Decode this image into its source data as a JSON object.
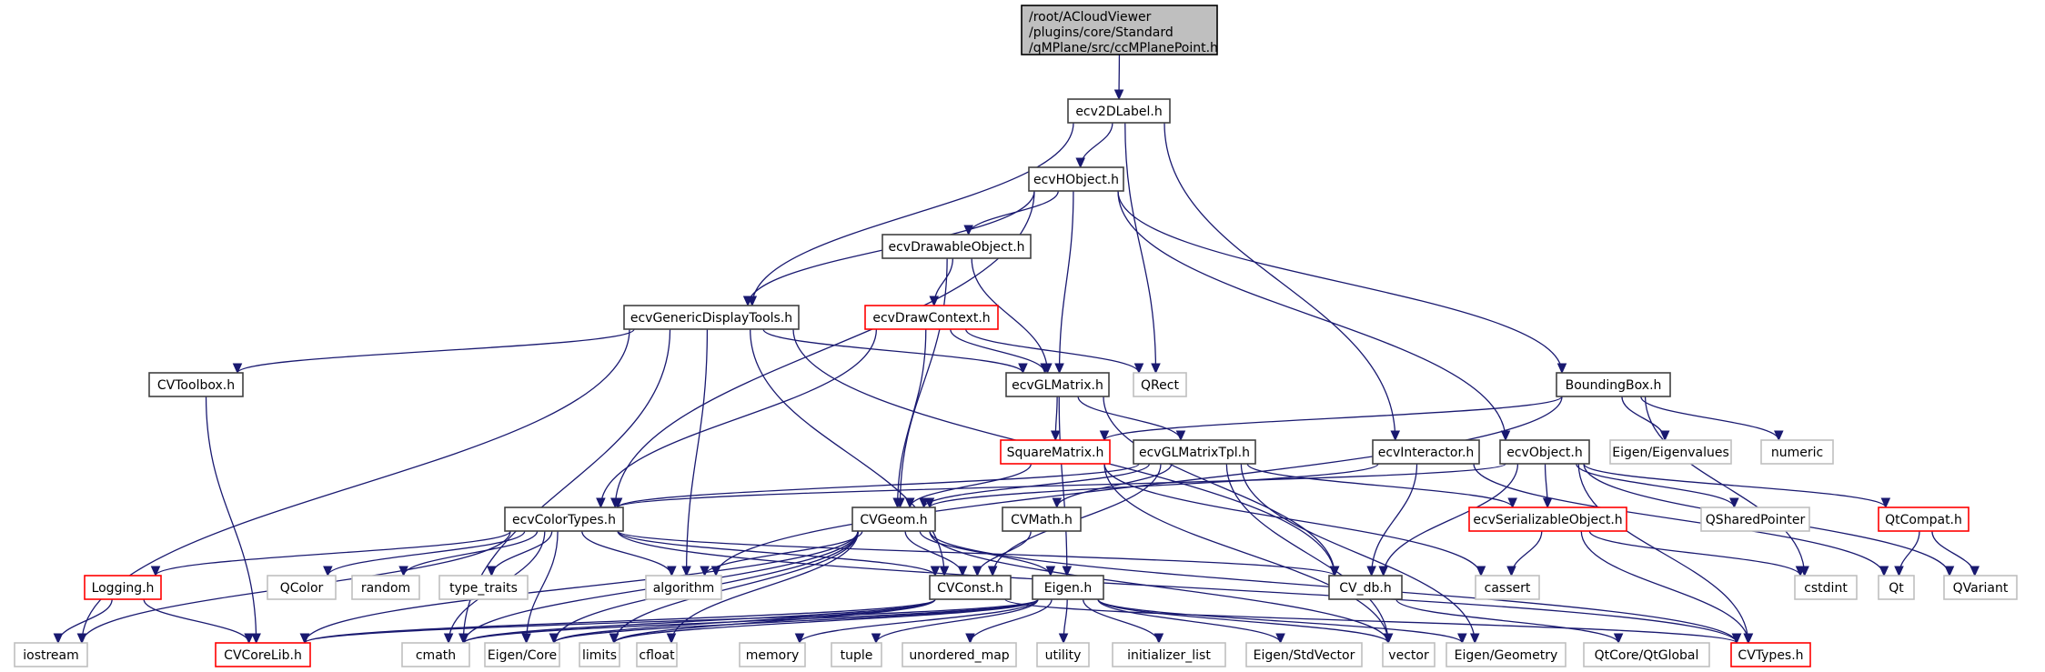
{
  "diagram": {
    "title": "Include dependency graph for ccMPlanePoint.h",
    "colors": {
      "edge": "#191970",
      "documented": "#404040",
      "undocumented": "#ff0000",
      "external": "#bfbfbf",
      "root_fill": "#bfbfbf"
    },
    "nodes": [
      {
        "id": "root",
        "lines": [
          "/root/ACloudViewer",
          "/plugins/core/Standard",
          "/qMPlane/src/ccMPlanePoint.h"
        ],
        "kind": "root"
      },
      {
        "id": "ecv2DLabel",
        "lines": [
          "ecv2DLabel.h"
        ],
        "kind": "doc"
      },
      {
        "id": "ecvHObject",
        "lines": [
          "ecvHObject.h"
        ],
        "kind": "doc"
      },
      {
        "id": "ecvDrawableObject",
        "lines": [
          "ecvDrawableObject.h"
        ],
        "kind": "doc"
      },
      {
        "id": "ecvGenericDisplayTools",
        "lines": [
          "ecvGenericDisplayTools.h"
        ],
        "kind": "doc"
      },
      {
        "id": "ecvDrawContext",
        "lines": [
          "ecvDrawContext.h"
        ],
        "kind": "red"
      },
      {
        "id": "CVToolbox",
        "lines": [
          "CVToolbox.h"
        ],
        "kind": "doc"
      },
      {
        "id": "ecvGLMatrix",
        "lines": [
          "ecvGLMatrix.h"
        ],
        "kind": "doc"
      },
      {
        "id": "QRect",
        "lines": [
          "QRect"
        ],
        "kind": "ext"
      },
      {
        "id": "BoundingBox",
        "lines": [
          "BoundingBox.h"
        ],
        "kind": "doc"
      },
      {
        "id": "SquareMatrix",
        "lines": [
          "SquareMatrix.h"
        ],
        "kind": "red"
      },
      {
        "id": "ecvGLMatrixTpl",
        "lines": [
          "ecvGLMatrixTpl.h"
        ],
        "kind": "doc"
      },
      {
        "id": "ecvInteractor",
        "lines": [
          "ecvInteractor.h"
        ],
        "kind": "doc"
      },
      {
        "id": "ecvObject",
        "lines": [
          "ecvObject.h"
        ],
        "kind": "doc"
      },
      {
        "id": "EigenEigenvalues",
        "lines": [
          "Eigen/Eigenvalues"
        ],
        "kind": "ext"
      },
      {
        "id": "numeric",
        "lines": [
          "numeric"
        ],
        "kind": "ext"
      },
      {
        "id": "ecvColorTypes",
        "lines": [
          "ecvColorTypes.h"
        ],
        "kind": "doc"
      },
      {
        "id": "CVGeom",
        "lines": [
          "CVGeom.h"
        ],
        "kind": "doc"
      },
      {
        "id": "CVMath",
        "lines": [
          "CVMath.h"
        ],
        "kind": "doc"
      },
      {
        "id": "ecvSerializableObject",
        "lines": [
          "ecvSerializableObject.h"
        ],
        "kind": "red"
      },
      {
        "id": "QSharedPointer",
        "lines": [
          "QSharedPointer"
        ],
        "kind": "ext"
      },
      {
        "id": "QtCompat",
        "lines": [
          "QtCompat.h"
        ],
        "kind": "red"
      },
      {
        "id": "Logging",
        "lines": [
          "Logging.h"
        ],
        "kind": "red"
      },
      {
        "id": "QColor",
        "lines": [
          "QColor"
        ],
        "kind": "ext"
      },
      {
        "id": "random",
        "lines": [
          "random"
        ],
        "kind": "ext"
      },
      {
        "id": "type_traits",
        "lines": [
          "type_traits"
        ],
        "kind": "ext"
      },
      {
        "id": "algorithm",
        "lines": [
          "algorithm"
        ],
        "kind": "ext"
      },
      {
        "id": "CVConst",
        "lines": [
          "CVConst.h"
        ],
        "kind": "doc"
      },
      {
        "id": "Eigen",
        "lines": [
          "Eigen.h"
        ],
        "kind": "doc"
      },
      {
        "id": "CV_db",
        "lines": [
          "CV_db.h"
        ],
        "kind": "doc"
      },
      {
        "id": "cassert",
        "lines": [
          "cassert"
        ],
        "kind": "ext"
      },
      {
        "id": "cstdint",
        "lines": [
          "cstdint"
        ],
        "kind": "ext"
      },
      {
        "id": "Qt",
        "lines": [
          "Qt"
        ],
        "kind": "ext"
      },
      {
        "id": "QVariant",
        "lines": [
          "QVariant"
        ],
        "kind": "ext"
      },
      {
        "id": "iostream",
        "lines": [
          "iostream"
        ],
        "kind": "ext"
      },
      {
        "id": "CVCoreLib",
        "lines": [
          "CVCoreLib.h"
        ],
        "kind": "red"
      },
      {
        "id": "cmath",
        "lines": [
          "cmath"
        ],
        "kind": "ext"
      },
      {
        "id": "EigenCore",
        "lines": [
          "Eigen/Core"
        ],
        "kind": "ext"
      },
      {
        "id": "limits",
        "lines": [
          "limits"
        ],
        "kind": "ext"
      },
      {
        "id": "cfloat",
        "lines": [
          "cfloat"
        ],
        "kind": "ext"
      },
      {
        "id": "memory",
        "lines": [
          "memory"
        ],
        "kind": "ext"
      },
      {
        "id": "tuple",
        "lines": [
          "tuple"
        ],
        "kind": "ext"
      },
      {
        "id": "unordered_map",
        "lines": [
          "unordered_map"
        ],
        "kind": "ext"
      },
      {
        "id": "utility",
        "lines": [
          "utility"
        ],
        "kind": "ext"
      },
      {
        "id": "initializer_list",
        "lines": [
          "initializer_list"
        ],
        "kind": "ext"
      },
      {
        "id": "EigenStdVector",
        "lines": [
          "Eigen/StdVector"
        ],
        "kind": "ext"
      },
      {
        "id": "vector",
        "lines": [
          "vector"
        ],
        "kind": "ext"
      },
      {
        "id": "EigenGeometry",
        "lines": [
          "Eigen/Geometry"
        ],
        "kind": "ext"
      },
      {
        "id": "QtGlobal",
        "lines": [
          "QtCore/QtGlobal"
        ],
        "kind": "ext"
      },
      {
        "id": "CVTypes",
        "lines": [
          "CVTypes.h"
        ],
        "kind": "red"
      }
    ],
    "edges": [
      [
        "root",
        "ecv2DLabel"
      ],
      [
        "ecv2DLabel",
        "ecvHObject"
      ],
      [
        "ecv2DLabel",
        "ecvGenericDisplayTools"
      ],
      [
        "ecv2DLabel",
        "QRect"
      ],
      [
        "ecv2DLabel",
        "ecvInteractor"
      ],
      [
        "ecvHObject",
        "ecvDrawableObject"
      ],
      [
        "ecvHObject",
        "ecvGenericDisplayTools"
      ],
      [
        "ecvHObject",
        "ecvGLMatrix"
      ],
      [
        "ecvHObject",
        "ecvColorTypes"
      ],
      [
        "ecvHObject",
        "ecvObject"
      ],
      [
        "ecvHObject",
        "BoundingBox"
      ],
      [
        "ecvDrawableObject",
        "ecvDrawContext"
      ],
      [
        "ecvDrawableObject",
        "ecvGLMatrix"
      ],
      [
        "ecvDrawableObject",
        "CVGeom"
      ],
      [
        "ecvGenericDisplayTools",
        "CVToolbox"
      ],
      [
        "ecvGenericDisplayTools",
        "ecvGLMatrix"
      ],
      [
        "ecvGenericDisplayTools",
        "iostream"
      ],
      [
        "ecvGenericDisplayTools",
        "algorithm"
      ],
      [
        "ecvGenericDisplayTools",
        "CVConst"
      ],
      [
        "ecvGenericDisplayTools",
        "cmath"
      ],
      [
        "ecvGenericDisplayTools",
        "CV_db"
      ],
      [
        "ecvDrawContext",
        "ecvGLMatrix"
      ],
      [
        "ecvDrawContext",
        "QRect"
      ],
      [
        "ecvDrawContext",
        "ecvColorTypes"
      ],
      [
        "ecvDrawContext",
        "CVGeom"
      ],
      [
        "CVToolbox",
        "CVCoreLib"
      ],
      [
        "ecvGLMatrix",
        "SquareMatrix"
      ],
      [
        "ecvGLMatrix",
        "ecvGLMatrixTpl"
      ],
      [
        "ecvGLMatrix",
        "Eigen"
      ],
      [
        "ecvGLMatrix",
        "CV_db"
      ],
      [
        "BoundingBox",
        "SquareMatrix"
      ],
      [
        "BoundingBox",
        "algorithm"
      ],
      [
        "BoundingBox",
        "EigenEigenvalues"
      ],
      [
        "BoundingBox",
        "numeric"
      ],
      [
        "BoundingBox",
        "cstdint"
      ],
      [
        "SquareMatrix",
        "CVGeom"
      ],
      [
        "SquareMatrix",
        "vector"
      ],
      [
        "SquareMatrix",
        "cassert"
      ],
      [
        "ecvGLMatrixTpl",
        "CVGeom"
      ],
      [
        "ecvGLMatrixTpl",
        "CVMath"
      ],
      [
        "ecvGLMatrixTpl",
        "ecvColorTypes"
      ],
      [
        "ecvGLMatrixTpl",
        "CVConst"
      ],
      [
        "ecvGLMatrixTpl",
        "ecvSerializableObject"
      ],
      [
        "ecvGLMatrixTpl",
        "vector"
      ],
      [
        "ecvGLMatrixTpl",
        "EigenGeometry"
      ],
      [
        "ecvInteractor",
        "CVGeom"
      ],
      [
        "ecvInteractor",
        "CV_db"
      ],
      [
        "ecvInteractor",
        "Qt"
      ],
      [
        "ecvObject",
        "ecvSerializableObject"
      ],
      [
        "ecvObject",
        "QSharedPointer"
      ],
      [
        "ecvObject",
        "QtCompat"
      ],
      [
        "ecvObject",
        "CV_db"
      ],
      [
        "ecvObject",
        "QVariant"
      ],
      [
        "ecvObject",
        "CVTypes"
      ],
      [
        "ecvObject",
        "ecvColorTypes"
      ],
      [
        "ecvColorTypes",
        "Logging"
      ],
      [
        "ecvColorTypes",
        "QColor"
      ],
      [
        "ecvColorTypes",
        "random"
      ],
      [
        "ecvColorTypes",
        "type_traits"
      ],
      [
        "ecvColorTypes",
        "algorithm"
      ],
      [
        "ecvColorTypes",
        "iostream"
      ],
      [
        "ecvColorTypes",
        "cmath"
      ],
      [
        "ecvColorTypes",
        "EigenCore"
      ],
      [
        "ecvColorTypes",
        "CVConst"
      ],
      [
        "ecvColorTypes",
        "CV_db"
      ],
      [
        "ecvColorTypes",
        "CVTypes"
      ],
      [
        "CVGeom",
        "algorithm"
      ],
      [
        "CVGeom",
        "CVConst"
      ],
      [
        "CVGeom",
        "Eigen"
      ],
      [
        "CVGeom",
        "CVCoreLib"
      ],
      [
        "CVGeom",
        "cmath"
      ],
      [
        "CVGeom",
        "limits"
      ],
      [
        "CVGeom",
        "cfloat"
      ],
      [
        "CVGeom",
        "EigenCore"
      ],
      [
        "CVGeom",
        "vector"
      ],
      [
        "CVGeom",
        "CVTypes"
      ],
      [
        "CVMath",
        "CVConst"
      ],
      [
        "ecvSerializableObject",
        "cassert"
      ],
      [
        "ecvSerializableObject",
        "cstdint"
      ],
      [
        "ecvSerializableObject",
        "CVTypes"
      ],
      [
        "QtCompat",
        "Qt"
      ],
      [
        "QtCompat",
        "QVariant"
      ],
      [
        "Logging",
        "iostream"
      ],
      [
        "Logging",
        "CVCoreLib"
      ],
      [
        "CVConst",
        "CVCoreLib"
      ],
      [
        "CVConst",
        "cmath"
      ],
      [
        "CVConst",
        "limits"
      ],
      [
        "CVConst",
        "CVTypes"
      ],
      [
        "CVConst",
        "EigenCore"
      ],
      [
        "Eigen",
        "EigenCore"
      ],
      [
        "Eigen",
        "memory"
      ],
      [
        "Eigen",
        "tuple"
      ],
      [
        "Eigen",
        "unordered_map"
      ],
      [
        "Eigen",
        "utility"
      ],
      [
        "Eigen",
        "initializer_list"
      ],
      [
        "Eigen",
        "EigenStdVector"
      ],
      [
        "Eigen",
        "vector"
      ],
      [
        "Eigen",
        "EigenGeometry"
      ],
      [
        "Eigen",
        "CVCoreLib"
      ],
      [
        "Eigen",
        "limits"
      ],
      [
        "Eigen",
        "cmath"
      ],
      [
        "CV_db",
        "QtGlobal"
      ]
    ]
  }
}
